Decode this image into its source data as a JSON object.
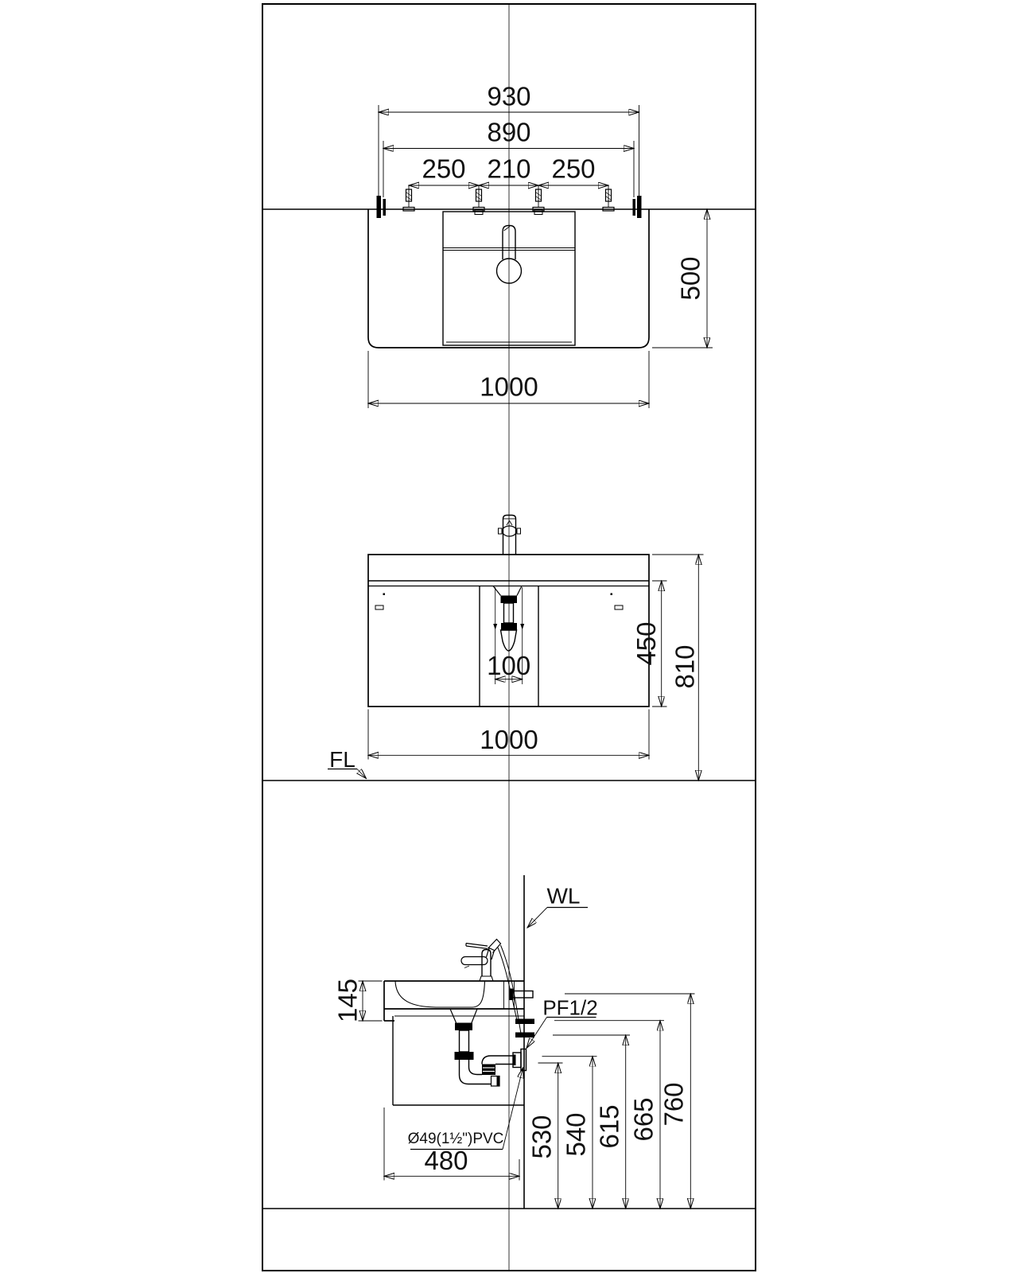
{
  "style": {
    "line_color": "#000000",
    "background": "#ffffff",
    "text_color": "#111111"
  },
  "labels": {
    "floor_line": "FL",
    "wall_line": "WL",
    "supply_thread": "PF1/2",
    "drain_pipe_spec": "Ø49(1½\")PVC"
  },
  "plan_view": {
    "mount_width": "930",
    "bolt_span": "890",
    "bolt_pitch_left": "250",
    "bolt_pitch_center": "210",
    "bolt_pitch_right": "250",
    "counter_depth": "500",
    "counter_width": "1000"
  },
  "front_view": {
    "drain_offset": "100",
    "cabinet_height": "450",
    "counter_height": "810",
    "cabinet_width": "1000"
  },
  "side_view": {
    "counter_thickness": "145",
    "drain_outlet_height": "530",
    "stop_valve_height": "540",
    "supply_mid_height": "615",
    "supply_upper_height": "665",
    "wall_supply_height": "760",
    "cabinet_depth": "480"
  }
}
